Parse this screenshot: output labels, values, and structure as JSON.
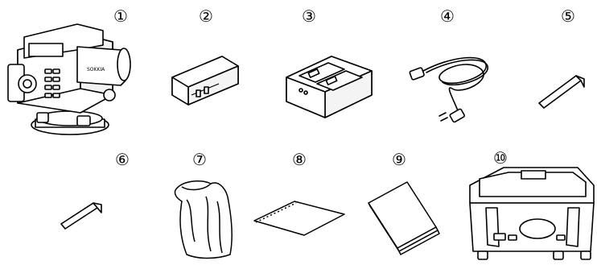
{
  "figure": {
    "items": [
      {
        "number": "①",
        "icon": "digital-level-icon"
      },
      {
        "number": "②",
        "icon": "battery-icon"
      },
      {
        "number": "③",
        "icon": "battery-charger-icon"
      },
      {
        "number": "④",
        "icon": "power-cord-icon"
      },
      {
        "number": "⑤",
        "icon": "hex-wrench-large-icon"
      },
      {
        "number": "⑥",
        "icon": "hex-wrench-small-icon"
      },
      {
        "number": "⑦",
        "icon": "vinyl-cover-icon"
      },
      {
        "number": "⑧",
        "icon": "cleaning-cloth-icon"
      },
      {
        "number": "⑨",
        "icon": "instruction-manual-icon"
      },
      {
        "number": "⑩",
        "icon": "carrying-case-icon"
      }
    ],
    "instrument_brand": "SOKKIA"
  }
}
